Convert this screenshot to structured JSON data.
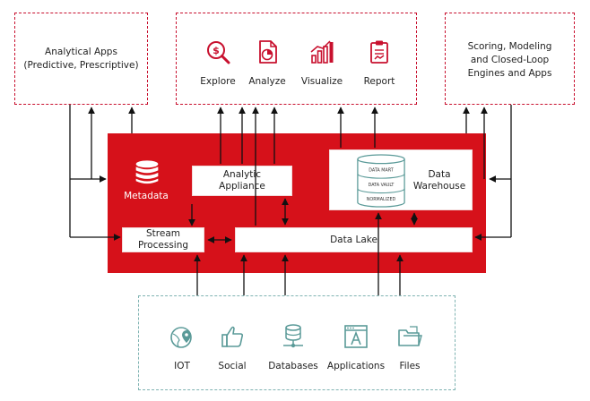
{
  "consumers": {
    "analytical_apps": {
      "line1": "Analytical Apps",
      "line2": "(Predictive, Prescriptive)"
    },
    "tools": [
      {
        "label": "Explore",
        "icon": "dollar-search-icon"
      },
      {
        "label": "Analyze",
        "icon": "document-pie-chart-icon"
      },
      {
        "label": "Visualize",
        "icon": "bar-chart-icon"
      },
      {
        "label": "Report",
        "icon": "clipboard-report-icon"
      }
    ],
    "scoring": {
      "line1": "Scoring, Modeling",
      "line2": "and Closed-Loop",
      "line3": "Engines and Apps"
    }
  },
  "platform": {
    "metadata": "Metadata",
    "analytic_appliance": {
      "line1": "Analytic",
      "line2": "Appliance"
    },
    "data_warehouse": {
      "line1": "Data",
      "line2": "Warehouse",
      "cylinder_layers": [
        "DATA MART",
        "DATA VAULT",
        "NORMALIZED"
      ]
    },
    "stream_processing": {
      "line1": "Stream",
      "line2": "Processing"
    },
    "data_lake": "Data Lake"
  },
  "sources": [
    {
      "label": "IOT",
      "icon": "globe-location-icon"
    },
    {
      "label": "Social",
      "icon": "thumbs-up-icon"
    },
    {
      "label": "Databases",
      "icon": "database-network-icon"
    },
    {
      "label": "Applications",
      "icon": "app-window-icon"
    },
    {
      "label": "Files",
      "icon": "folder-files-icon"
    }
  ],
  "colors": {
    "brand_red": "#d6111a",
    "consumer_border": "#c8102e",
    "source_border": "#7fb3b2",
    "source_icon": "#5a9a98"
  }
}
